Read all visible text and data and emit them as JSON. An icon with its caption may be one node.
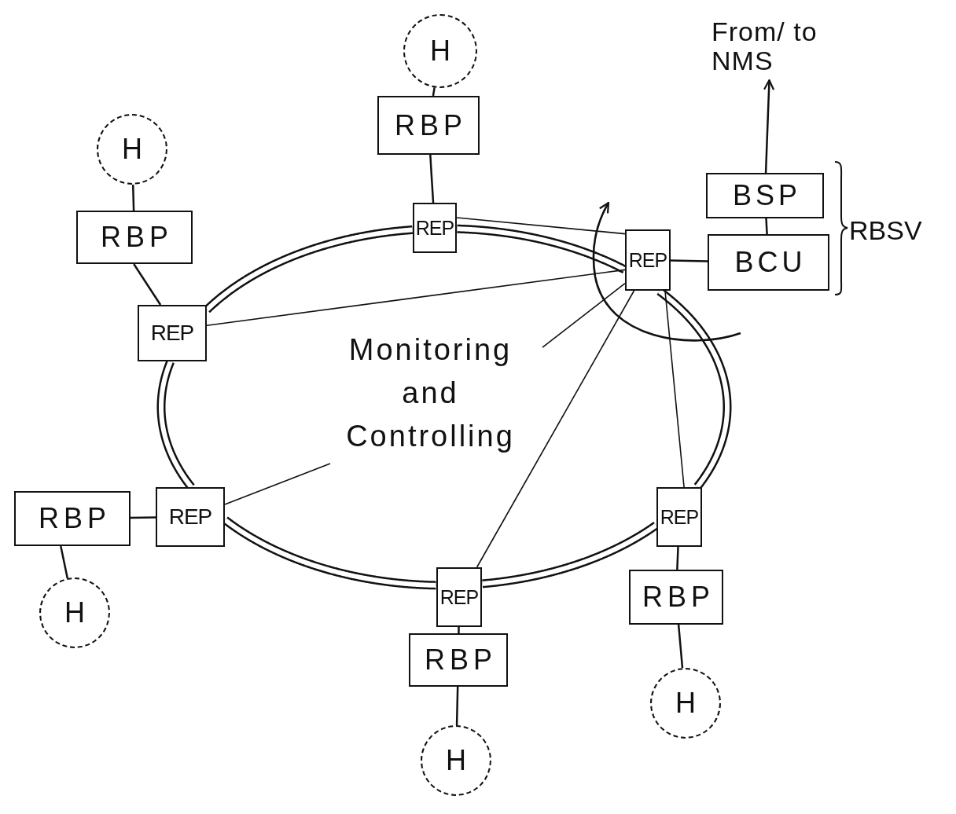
{
  "diagram": {
    "nodes": [
      {
        "text": [
          "H"
        ]
      },
      {
        "text": [
          "RBP"
        ]
      },
      {
        "text": [
          "REP"
        ]
      },
      {
        "text": [
          "H"
        ]
      },
      {
        "text": [
          "RBP"
        ]
      },
      {
        "text": [
          "REP"
        ]
      },
      {
        "text": [
          "RBP"
        ]
      },
      {
        "text": [
          "REP"
        ]
      },
      {
        "text": [
          "H"
        ]
      },
      {
        "text": [
          "REP"
        ]
      },
      {
        "text": [
          "RBP"
        ]
      },
      {
        "text": [
          "H"
        ]
      },
      {
        "text": [
          "REP"
        ]
      },
      {
        "text": [
          "RBP"
        ]
      },
      {
        "text": [
          "H"
        ]
      },
      {
        "text": [
          "REP"
        ]
      },
      {
        "text": [
          "BCU"
        ]
      },
      {
        "text": [
          "BSP"
        ]
      },
      {
        "text": [
          "From/ to NMS"
        ]
      },
      {
        "text": [
          "Monitoring and Controlling"
        ]
      }
    ],
    "edges": [
      {
        "from": 0,
        "to": 1,
        "arrow": "none"
      },
      {
        "from": 1,
        "to": 2,
        "arrow": "none"
      },
      {
        "from": 3,
        "to": 4,
        "arrow": "none"
      },
      {
        "from": 4,
        "to": 5,
        "arrow": "none"
      },
      {
        "from": 6,
        "to": 7,
        "arrow": "none"
      },
      {
        "from": 6,
        "to": 8,
        "arrow": "none"
      },
      {
        "from": 9,
        "to": 10,
        "arrow": "none"
      },
      {
        "from": 10,
        "to": 11,
        "arrow": "none"
      },
      {
        "from": 12,
        "to": 13,
        "arrow": "none"
      },
      {
        "from": 13,
        "to": 14,
        "arrow": "none"
      },
      {
        "from": 15,
        "to": 16,
        "arrow": "none"
      },
      {
        "from": 16,
        "to": 17,
        "arrow": "none"
      },
      {
        "from": 17,
        "to": 18,
        "arrow": "to"
      },
      {
        "from": 2,
        "to": 15,
        "arrow": "none",
        "style": "thick"
      },
      {
        "from": 15,
        "to": 12,
        "arrow": "none",
        "style": "thick"
      },
      {
        "from": 12,
        "to": 9,
        "arrow": "none",
        "style": "thick"
      },
      {
        "from": 9,
        "to": 7,
        "arrow": "none",
        "style": "thick"
      },
      {
        "from": 7,
        "to": 5,
        "arrow": "none",
        "style": "thick"
      },
      {
        "from": 5,
        "to": 2,
        "arrow": "none",
        "style": "thick"
      },
      {
        "from": 15,
        "to": 2,
        "arrow": "none"
      },
      {
        "from": 15,
        "to": 5,
        "arrow": "none"
      },
      {
        "from": 15,
        "to": 9,
        "arrow": "none"
      },
      {
        "from": 15,
        "to": 12,
        "arrow": "none"
      },
      {
        "from": 19,
        "to": 15,
        "arrow": "none"
      },
      {
        "from": 19,
        "to": 7,
        "arrow": "none"
      }
    ],
    "labels": [
      "RBSV"
    ]
  }
}
